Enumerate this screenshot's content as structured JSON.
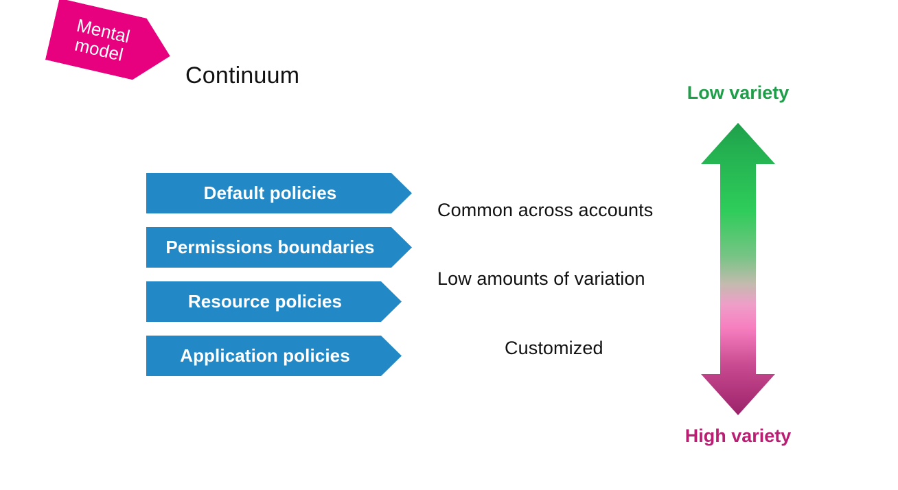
{
  "slide": {
    "title": "Continuum",
    "background_color": "#FFFFFF"
  },
  "badge": {
    "line1": "Mental",
    "line2": "model",
    "color": "#E8017E",
    "text_color": "#FFFFFF",
    "shape": "right-arrow-pentagon",
    "rotation_deg": 13
  },
  "policy_chevrons": {
    "color": "#2389C6",
    "text_color": "#FFFFFF",
    "items": [
      {
        "label": "Default policies"
      },
      {
        "label": "Permissions boundaries"
      },
      {
        "label": "Resource policies"
      },
      {
        "label": "Application policies"
      }
    ]
  },
  "descriptions": [
    {
      "text": "Common across accounts"
    },
    {
      "text": "Low amounts of variation"
    },
    {
      "text": "Customized"
    }
  ],
  "variety_axis": {
    "top_label": "Low variety",
    "bottom_label": "High variety",
    "top_label_color": "#1E9E48",
    "bottom_label_color": "#B91E72",
    "gradient": {
      "stop_0": "#1E9E4A",
      "stop_1": "#2ECC5A",
      "stop_2": "#9FC9A8",
      "stop_3": "#F77FC0",
      "stop_4": "#9B2269"
    },
    "direction": "double-headed-vertical"
  }
}
